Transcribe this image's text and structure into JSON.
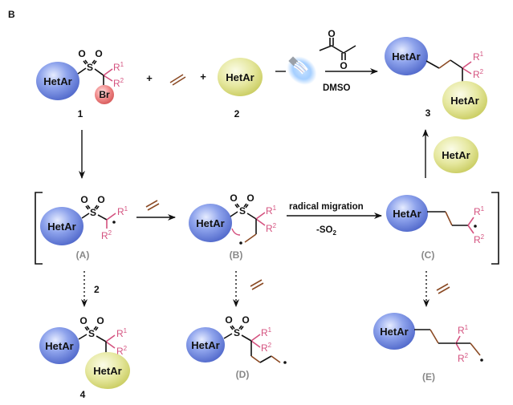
{
  "panel_label": "B",
  "labels": {
    "hetar": "HetAr",
    "br": "Br",
    "s": "S",
    "o": "O",
    "r": "R",
    "sup1": "1",
    "sup2": "2",
    "plus": "+",
    "dot": "•"
  },
  "compounds": {
    "c1": "1",
    "c2": "2",
    "c3": "3",
    "c4": "4"
  },
  "intermediates": {
    "A": "(A)",
    "B": "(B)",
    "C": "(C)",
    "D": "(D)",
    "E": "(E)"
  },
  "conditions": {
    "solvent": "DMSO",
    "migration": "radical migration",
    "so2_loss_prefix": "-SO",
    "so2_loss_sub": "2",
    "side_reagent_2": "2"
  },
  "colors": {
    "hetar_blue": "#6f86dc",
    "hetar_yellow": "#dfe28a",
    "bromine_red": "#e87a7a",
    "r_group_pink": "#d4527f",
    "alkene_brown": "#8b4a24",
    "intermediate_gray": "#888888",
    "lamp_glow": "#8fc3ff"
  },
  "icons": {
    "light_source": "cfl-bulb-icon"
  }
}
